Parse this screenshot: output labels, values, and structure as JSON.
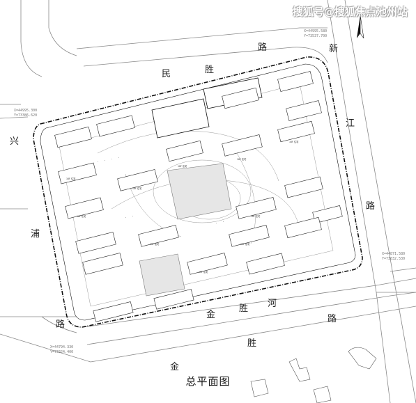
{
  "watermark": "搜狐号@搜狐焦点池州站",
  "title": "总平面图",
  "roads": {
    "top_min": "民",
    "top_sheng": "胜",
    "top_lu": "路",
    "left_xing": "兴",
    "left_pu": "浦",
    "left_lu": "路",
    "right_xin": "新",
    "right_jiang": "江",
    "right_lu": "路",
    "river_jin": "金",
    "river_sheng": "胜",
    "river_he": "河",
    "bottom_lu": "路",
    "bottom_sheng": "胜",
    "bottom_jin": "金"
  },
  "coords": {
    "top_right_x": "X=44995.580",
    "top_right_y": "Y=73537.700",
    "left_x": "X=44995.300",
    "left_y": "Y=73386.620",
    "right_x": "X=44871.580",
    "right_y": "Y=73632.530",
    "bottom_left_x": "X=44794.330",
    "bottom_left_y": "Y=73324.400"
  },
  "icons": {
    "north": "north-arrow-icon"
  },
  "building_label": "16F 住宅"
}
